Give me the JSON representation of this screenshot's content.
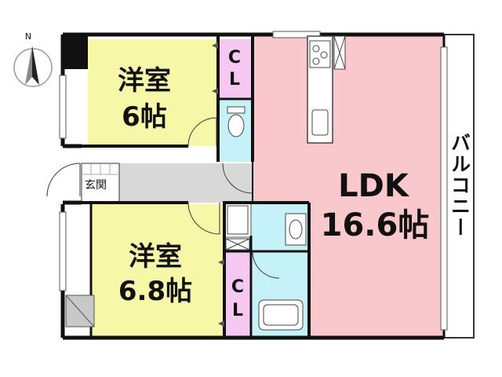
{
  "compass": {
    "north_label": "N",
    "icon": "north-arrow-icon"
  },
  "rooms": {
    "western_room_1": {
      "name": "洋室",
      "size": "6帖",
      "color": "#f7f7a8"
    },
    "western_room_2": {
      "name": "洋室",
      "size": "6.8帖",
      "color": "#f7f7a8"
    },
    "ldk": {
      "name": "LDK",
      "size": "16.6帖",
      "color": "#f8c8cc"
    },
    "entrance": {
      "name": "玄関"
    },
    "balcony": {
      "name": "バルコニー"
    }
  },
  "closets": {
    "closet_1": {
      "line1": "C",
      "line2": "L",
      "color": "#f4c8f0"
    },
    "closet_2": {
      "line1": "C",
      "line2": "L",
      "color": "#f4c8f0"
    }
  },
  "colors": {
    "wet_area": "#c4f2f8",
    "hallway": "#d8d8d8",
    "wall": "#111111"
  }
}
